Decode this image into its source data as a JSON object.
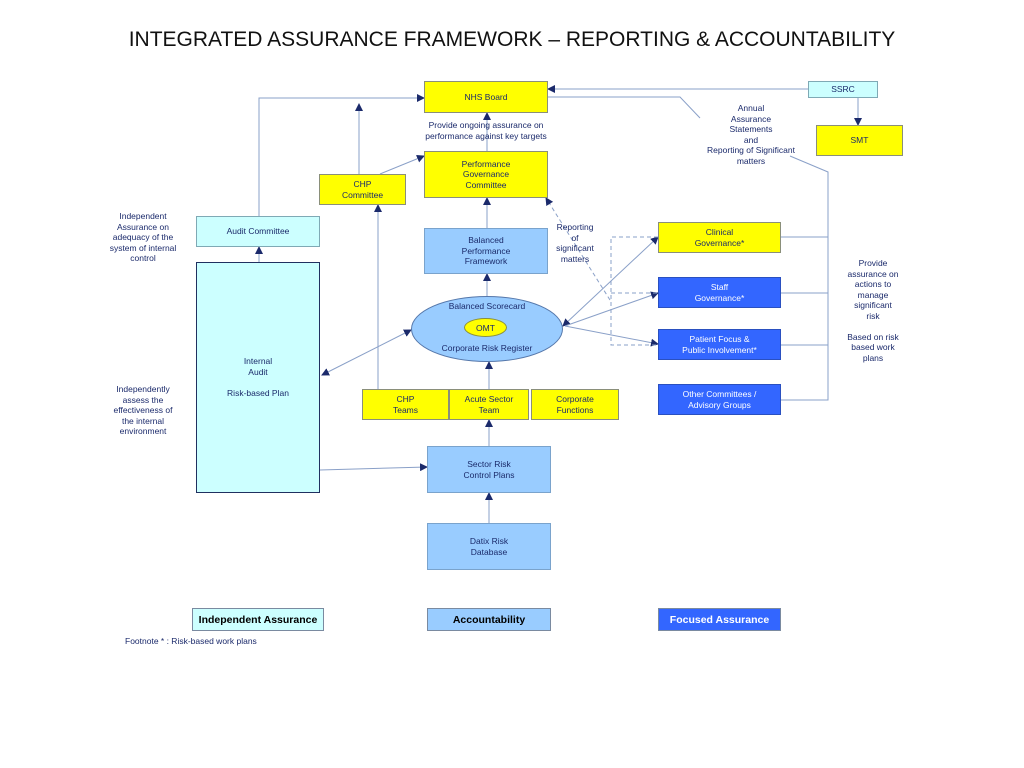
{
  "title": "INTEGRATED ASSURANCE FRAMEWORK – REPORTING & ACCOUNTABILITY",
  "colors": {
    "yellow": "#ffff00",
    "light_blue": "#99ccff",
    "pale_cyan": "#ccffff",
    "royal_blue": "#3366ff",
    "text_navy": "#1b2a6b"
  },
  "boxes": {
    "nhs_board": "NHS Board",
    "ssrc": "SSRC",
    "smt": "SMT",
    "performance_governance": "Performance\nGovernance\nCommittee",
    "chp_committee": "CHP\nCommittee",
    "audit_committee": "Audit Committee",
    "balanced_framework": "Balanced\nPerformance\nFramework",
    "clinical_governance": "Clinical\nGovernance*",
    "staff_governance": "Staff\nGovernance*",
    "patient_focus": "Patient Focus &\nPublic Involvement*",
    "other_committees": "Other Committees /\nAdvisory Groups",
    "internal_audit": "Internal\nAudit\n\nRisk-based Plan",
    "chp_teams": "CHP\nTeams",
    "acute_sector": "Acute Sector\nTeam",
    "corporate_functions": "Corporate\nFunctions",
    "sector_risk": "Sector Risk\nControl Plans",
    "datix": "Datix Risk\nDatabase"
  },
  "ellipse": {
    "top_label": "Balanced Scorecard",
    "omt": "OMT",
    "bottom_label": "Corporate Risk Register"
  },
  "notes": {
    "ongoing_assurance": "Provide ongoing assurance on\nperformance against key targets",
    "annual_assurance": "Annual\nAssurance\nStatements\nand\nReporting of Significant\nmatters",
    "reporting_significant": "Reporting\nof\nsignificant\nmatters",
    "independent_assurance_note": "Independent\nAssurance on\nadequacy of the\nsystem of internal\ncontrol",
    "independently_assess": "Independently\nassess the\neffectiveness of\nthe internal\nenvironment",
    "provide_assurance_actions": "Provide\nassurance on\nactions to\nmanage\nsignificant\nrisk\n\nBased on risk\nbased work\nplans"
  },
  "legend": {
    "independent": "Independent Assurance",
    "accountability": "Accountability",
    "focused": "Focused Assurance"
  },
  "footnote": "Footnote * :  Risk-based work plans"
}
